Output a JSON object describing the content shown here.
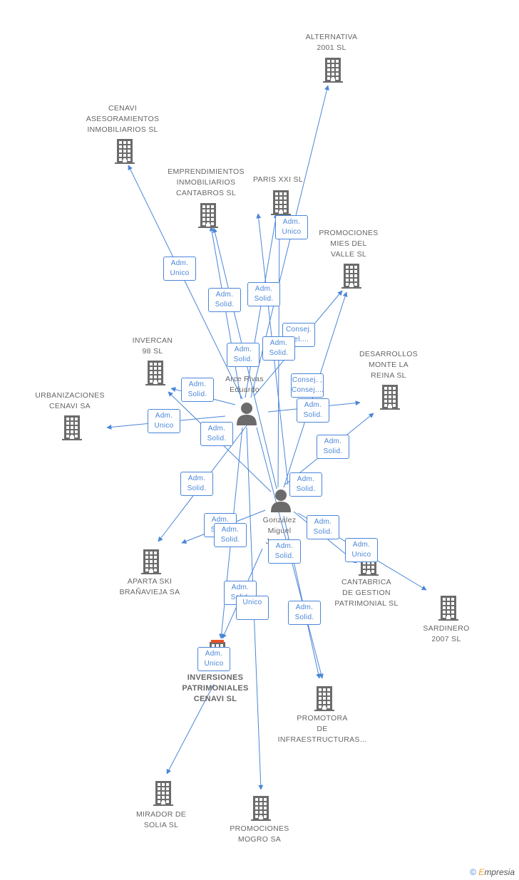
{
  "diagram": {
    "people": [
      {
        "id": "arce",
        "name": "Arce Rivas\nEduardo"
      },
      {
        "id": "gonzalez",
        "name": "Gonzalez\nMiguel\nJoaquin"
      }
    ],
    "companies": [
      {
        "id": "alternativa",
        "name": "ALTERNATIVA\n2001 SL"
      },
      {
        "id": "cenavi_aseso",
        "name": "CENAVI\nASESORAMIENTOS\nINMOBILIARIOS SL"
      },
      {
        "id": "emprendimientos",
        "name": "EMPRENDIMIENTOS\nINMOBILIARIOS\nCANTABROS SL"
      },
      {
        "id": "paris",
        "name": "PARIS XXI SL"
      },
      {
        "id": "mies",
        "name": "PROMOCIONES\nMIES DEL\nVALLE SL"
      },
      {
        "id": "invercan",
        "name": "INVERCAN\n98 SL"
      },
      {
        "id": "desarrollos",
        "name": "DESARROLLOS\nMONTE LA\nREINA SL"
      },
      {
        "id": "urbanizaciones",
        "name": "URBANIZACIONES\nCENAVI SA"
      },
      {
        "id": "aparta",
        "name": "APARTA SKI\nBRAÑAVIEJA SA"
      },
      {
        "id": "cantabrica",
        "name": "CANTABRICA\nDE GESTION\nPATRIMONIAL SL"
      },
      {
        "id": "sardinero",
        "name": "SARDINERO\n2007 SL"
      },
      {
        "id": "inversiones",
        "name": "INVERSIONES\nPATRIMONIALES\nCENAVI SL",
        "focus": true
      },
      {
        "id": "promotora",
        "name": "PROMOTORA\nDE\nINFRAESTRUCTURAS..."
      },
      {
        "id": "mirador",
        "name": "MIRADOR DE\nSOLIA SL"
      },
      {
        "id": "mogro",
        "name": "PROMOCIONES\nMOGRO SA"
      }
    ],
    "relations": [
      {
        "label": "Adm.\nUnico"
      },
      {
        "label": "Adm.\nUnico"
      },
      {
        "label": "Adm.\nSolid."
      },
      {
        "label": "Adm.\nSolid."
      },
      {
        "label": "Consej.\nDel...."
      },
      {
        "label": "Adm.\nSolid."
      },
      {
        "label": "Adm.\nSolid."
      },
      {
        "label": "Adm.\nSolid."
      },
      {
        "label": "Consej. ,\nConsej...."
      },
      {
        "label": "Adm.\nSolid."
      },
      {
        "label": "Adm.\nUnico"
      },
      {
        "label": "Adm.\nSolid."
      },
      {
        "label": "Adm.\nSolid."
      },
      {
        "label": "Adm.\nSolid."
      },
      {
        "label": "Adm.\nSolid."
      },
      {
        "label": "Adm.\nSolid."
      },
      {
        "label": "Adm.\nSolid."
      },
      {
        "label": "Adm.\nSolid."
      },
      {
        "label": "Adm.\nUnico"
      },
      {
        "label": "Adm.\nSolid."
      },
      {
        "label": "Adm.\nSolid."
      },
      {
        "label": "Adm.\nSolid."
      },
      {
        "label": "Unico"
      },
      {
        "label": "Adm.\nUnico"
      }
    ]
  },
  "footer": {
    "copyright": "©",
    "brand_first": "E",
    "brand_rest": "mpresia"
  },
  "colors": {
    "edge": "#4a86d8",
    "icon": "#6b6b6b",
    "focus_accent": "#e8502a"
  }
}
